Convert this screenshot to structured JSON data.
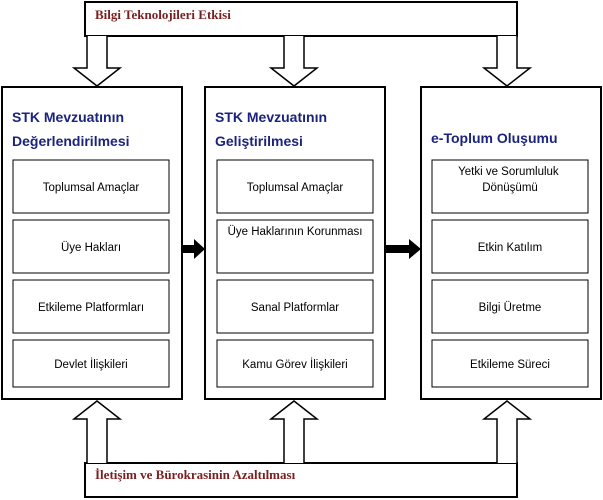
{
  "top_banner": {
    "label": "Bilgi Teknolojileri Etkisi"
  },
  "bottom_banner": {
    "label": "İletişim ve Bürokrasinin Azaltılması"
  },
  "columns": [
    {
      "title_lines": [
        "STK Mevzuatının",
        "Değerlendirilmesi"
      ],
      "items": [
        {
          "lines": [
            "Toplumsal Amaçlar"
          ]
        },
        {
          "lines": [
            "Üye Hakları"
          ]
        },
        {
          "lines": [
            "Etkileme Platformları"
          ]
        },
        {
          "lines": [
            "Devlet İlişkileri"
          ]
        }
      ]
    },
    {
      "title_lines": [
        "STK Mevzuatının",
        "Geliştirilmesi"
      ],
      "items": [
        {
          "lines": [
            "Toplumsal Amaçlar"
          ]
        },
        {
          "lines": [
            "Üye Haklarının Korunması"
          ]
        },
        {
          "lines": [
            "Sanal Platformlar"
          ]
        },
        {
          "lines": [
            "Kamu Görev İlişkileri"
          ]
        }
      ]
    },
    {
      "title_lines": [
        "e-Toplum Oluşumu"
      ],
      "items": [
        {
          "lines": [
            "Yetki ve Sorumluluk",
            "Dönüşümü"
          ]
        },
        {
          "lines": [
            "Etkin Katılım"
          ]
        },
        {
          "lines": [
            "Bilgi Üretme"
          ]
        },
        {
          "lines": [
            "Etkileme Süreci"
          ]
        }
      ]
    }
  ],
  "colors": {
    "banner_text": "#7a1f1f",
    "title_text": "#1a237e",
    "line": "#000000",
    "arrow_fill": "#000000",
    "background": "#ffffff"
  }
}
